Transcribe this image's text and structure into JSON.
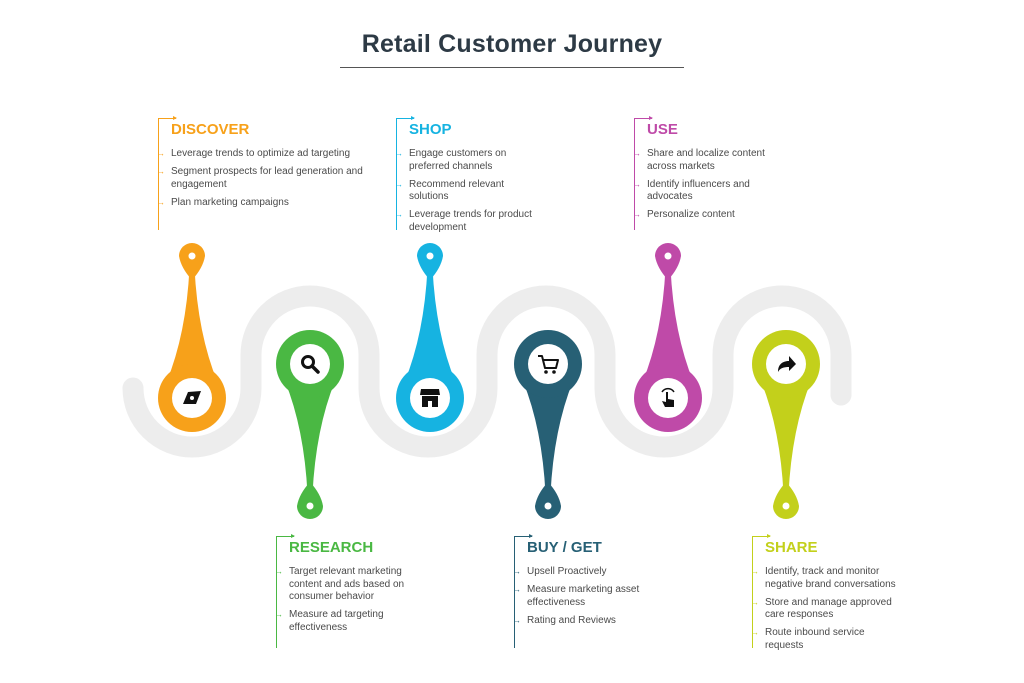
{
  "title": "Retail Customer Journey",
  "stages": [
    {
      "id": "discover",
      "name": "DISCOVER",
      "color": "#f7a11a",
      "icon": "compass-icon",
      "items": [
        "Leverage trends to optimize ad targeting",
        "Segment prospects for lead generation and engagement",
        "Plan marketing campaigns"
      ]
    },
    {
      "id": "research",
      "name": "RESEARCH",
      "color": "#4ab843",
      "icon": "magnifier-icon",
      "items": [
        "Target relevant marketing content and ads based on consumer behavior",
        "Measure ad targeting effectiveness"
      ]
    },
    {
      "id": "shop",
      "name": "SHOP",
      "color": "#16b3e1",
      "icon": "storefront-icon",
      "items": [
        "Engage customers on preferred channels",
        "Recommend relevant solutions",
        "Leverage trends for product development"
      ]
    },
    {
      "id": "buy",
      "name": "BUY / GET",
      "color": "#276075",
      "icon": "cart-icon",
      "items": [
        "Upsell Proactively",
        "Measure marketing asset effectiveness",
        "Rating and Reviews"
      ]
    },
    {
      "id": "use",
      "name": "USE",
      "color": "#bf4aa8",
      "icon": "pointer-hand-icon",
      "items": [
        "Share and localize content across markets",
        "Identify influencers and advocates",
        "Personalize content"
      ]
    },
    {
      "id": "share",
      "name": "SHARE",
      "color": "#c3d01b",
      "icon": "share-arrow-icon",
      "items": [
        "Identify, track and monitor negative brand conversations",
        "Store and manage approved care responses",
        "Route inbound service requests"
      ]
    }
  ],
  "road_color": "#ededed"
}
